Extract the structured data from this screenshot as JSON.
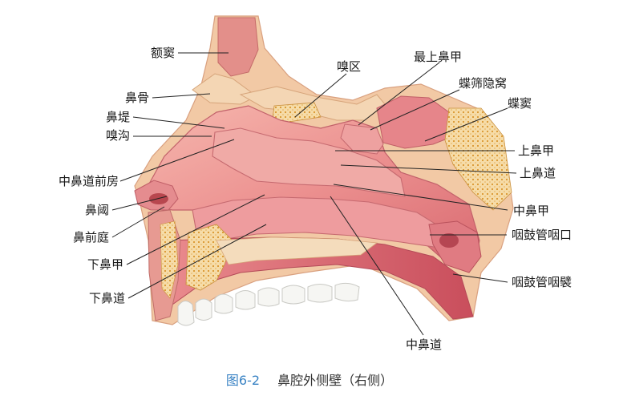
{
  "caption": {
    "figure_number": "图6-2",
    "title": "鼻腔外侧壁（右侧）"
  },
  "labels": {
    "frontal_sinus": "额窦",
    "nasal_bone": "鼻骨",
    "agger_nasi": "鼻堤",
    "olfactory_sulcus": "嗅沟",
    "middle_meatus_atrium": "中鼻道前房",
    "limen_nasi": "鼻阈",
    "nasal_vestibule": "鼻前庭",
    "inferior_turbinate": "下鼻甲",
    "inferior_meatus": "下鼻道",
    "olfactory_region": "嗅区",
    "supreme_turbinate": "最上鼻甲",
    "sphenoethmoidal_recess": "蝶筛隐窝",
    "sphenoid_sinus": "蝶窦",
    "superior_turbinate": "上鼻甲",
    "superior_meatus": "上鼻道",
    "middle_turbinate": "中鼻甲",
    "eustachian_orifice": "咽鼓管咽口",
    "eustachian_torus": "咽鼓管咽襞",
    "middle_meatus": "中鼻道"
  },
  "colors": {
    "mucosa": "#e98b8b",
    "mucosa_light": "#f3b0ab",
    "bone": "#f2d9b8",
    "bone_dots": "#e0a84a",
    "skin": "#f1c7a4",
    "cavity_dark": "#d25c63",
    "teeth": "#f4f4f2",
    "leader": "#222222",
    "caption_number": "#3a83c4"
  }
}
